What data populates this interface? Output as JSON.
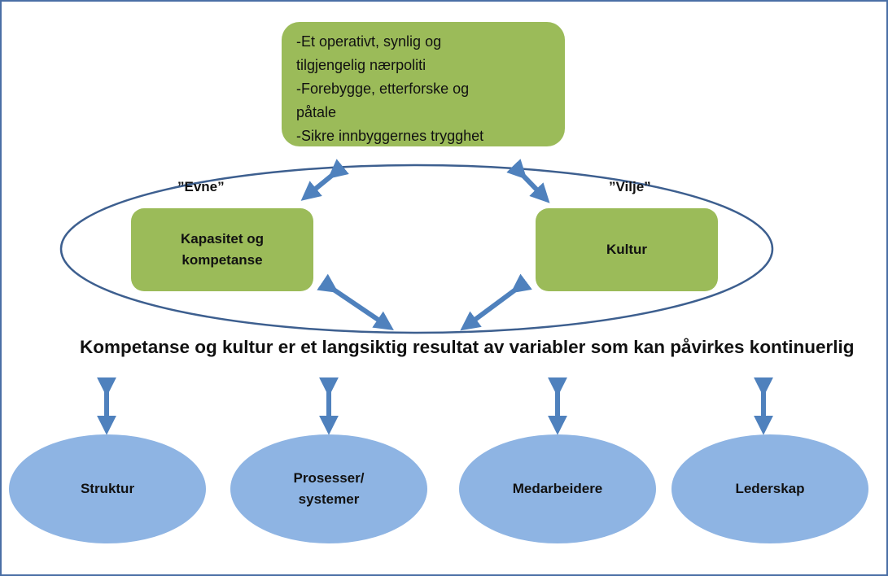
{
  "goals": {
    "lines": [
      "-Et operativt, synlig og",
      "tilgjengelig nærpoliti",
      "-Forebygge, etterforske og",
      "påtale",
      "-Sikre innbyggernes  trygghet"
    ]
  },
  "labels": {
    "evne": "”Evne”",
    "vilje": "”Vilje”"
  },
  "boxes": {
    "kapasitet_line1": "Kapasitet og",
    "kapasitet_line2": "kompetanse",
    "kultur": "Kultur"
  },
  "statement": "Kompetanse og kultur er et langsiktig resultat av variabler som kan påvirkes kontinuerlig",
  "variables": {
    "struktur": "Struktur",
    "prosesser_line1": "Prosesser/",
    "prosesser_line2": "systemer",
    "medarbeidere": "Medarbeidere",
    "lederskap": "Lederskap"
  },
  "colors": {
    "green_box": "#9bbb59",
    "blue_oval": "#8eb4e3",
    "arrow": "#4f81bd",
    "outline": "#3d5f8f"
  }
}
